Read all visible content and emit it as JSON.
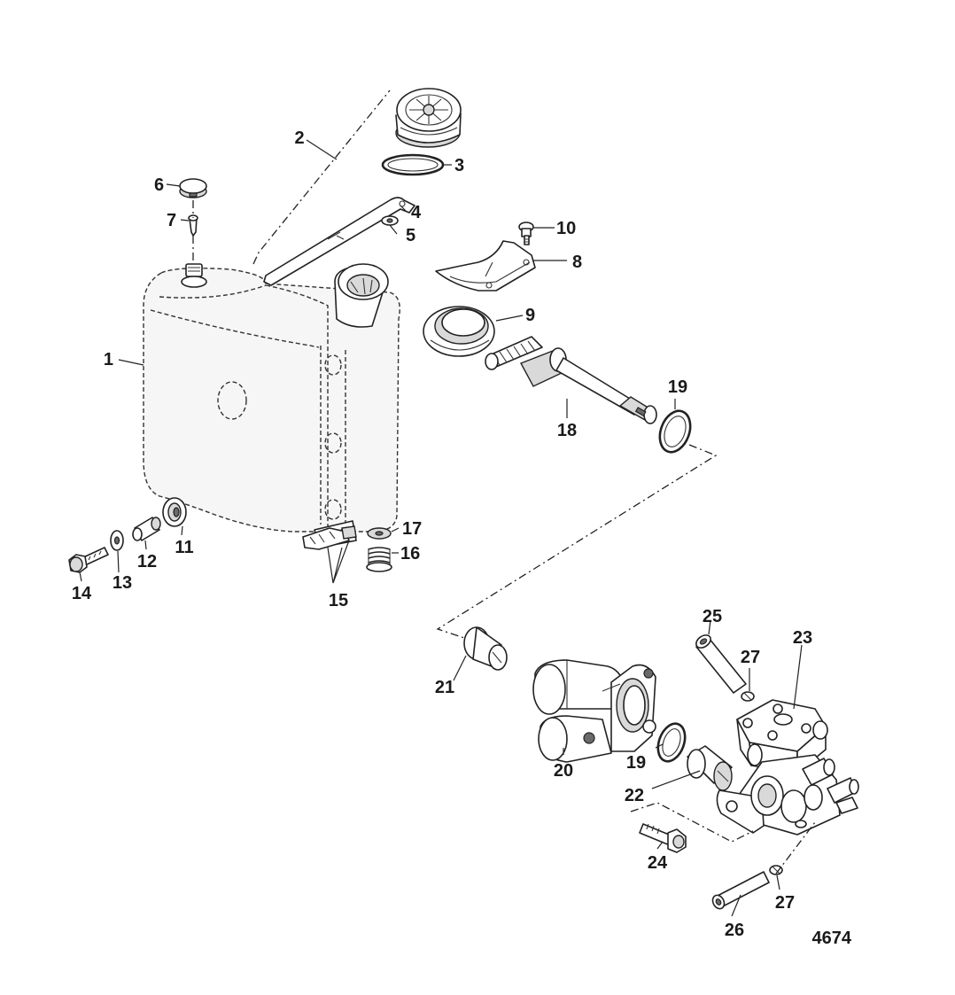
{
  "figure": {
    "id": "4674"
  },
  "callouts": {
    "c1": "1",
    "c2": "2",
    "c3": "3",
    "c4": "4",
    "c5": "5",
    "c6": "6",
    "c7": "7",
    "c8": "8",
    "c9": "9",
    "c10": "10",
    "c11": "11",
    "c12": "12",
    "c13": "13",
    "c14": "14",
    "c15": "15",
    "c16": "16",
    "c17": "17",
    "c18": "18",
    "c19a": "19",
    "c19b": "19",
    "c20": "20",
    "c21": "21",
    "c22": "22",
    "c23": "23",
    "c24": "24",
    "c25": "25",
    "c26": "26",
    "c27a": "27",
    "c27b": "27"
  },
  "colors": {
    "line": "#222222",
    "shade": "#d9d9d9",
    "background": "#ffffff"
  }
}
